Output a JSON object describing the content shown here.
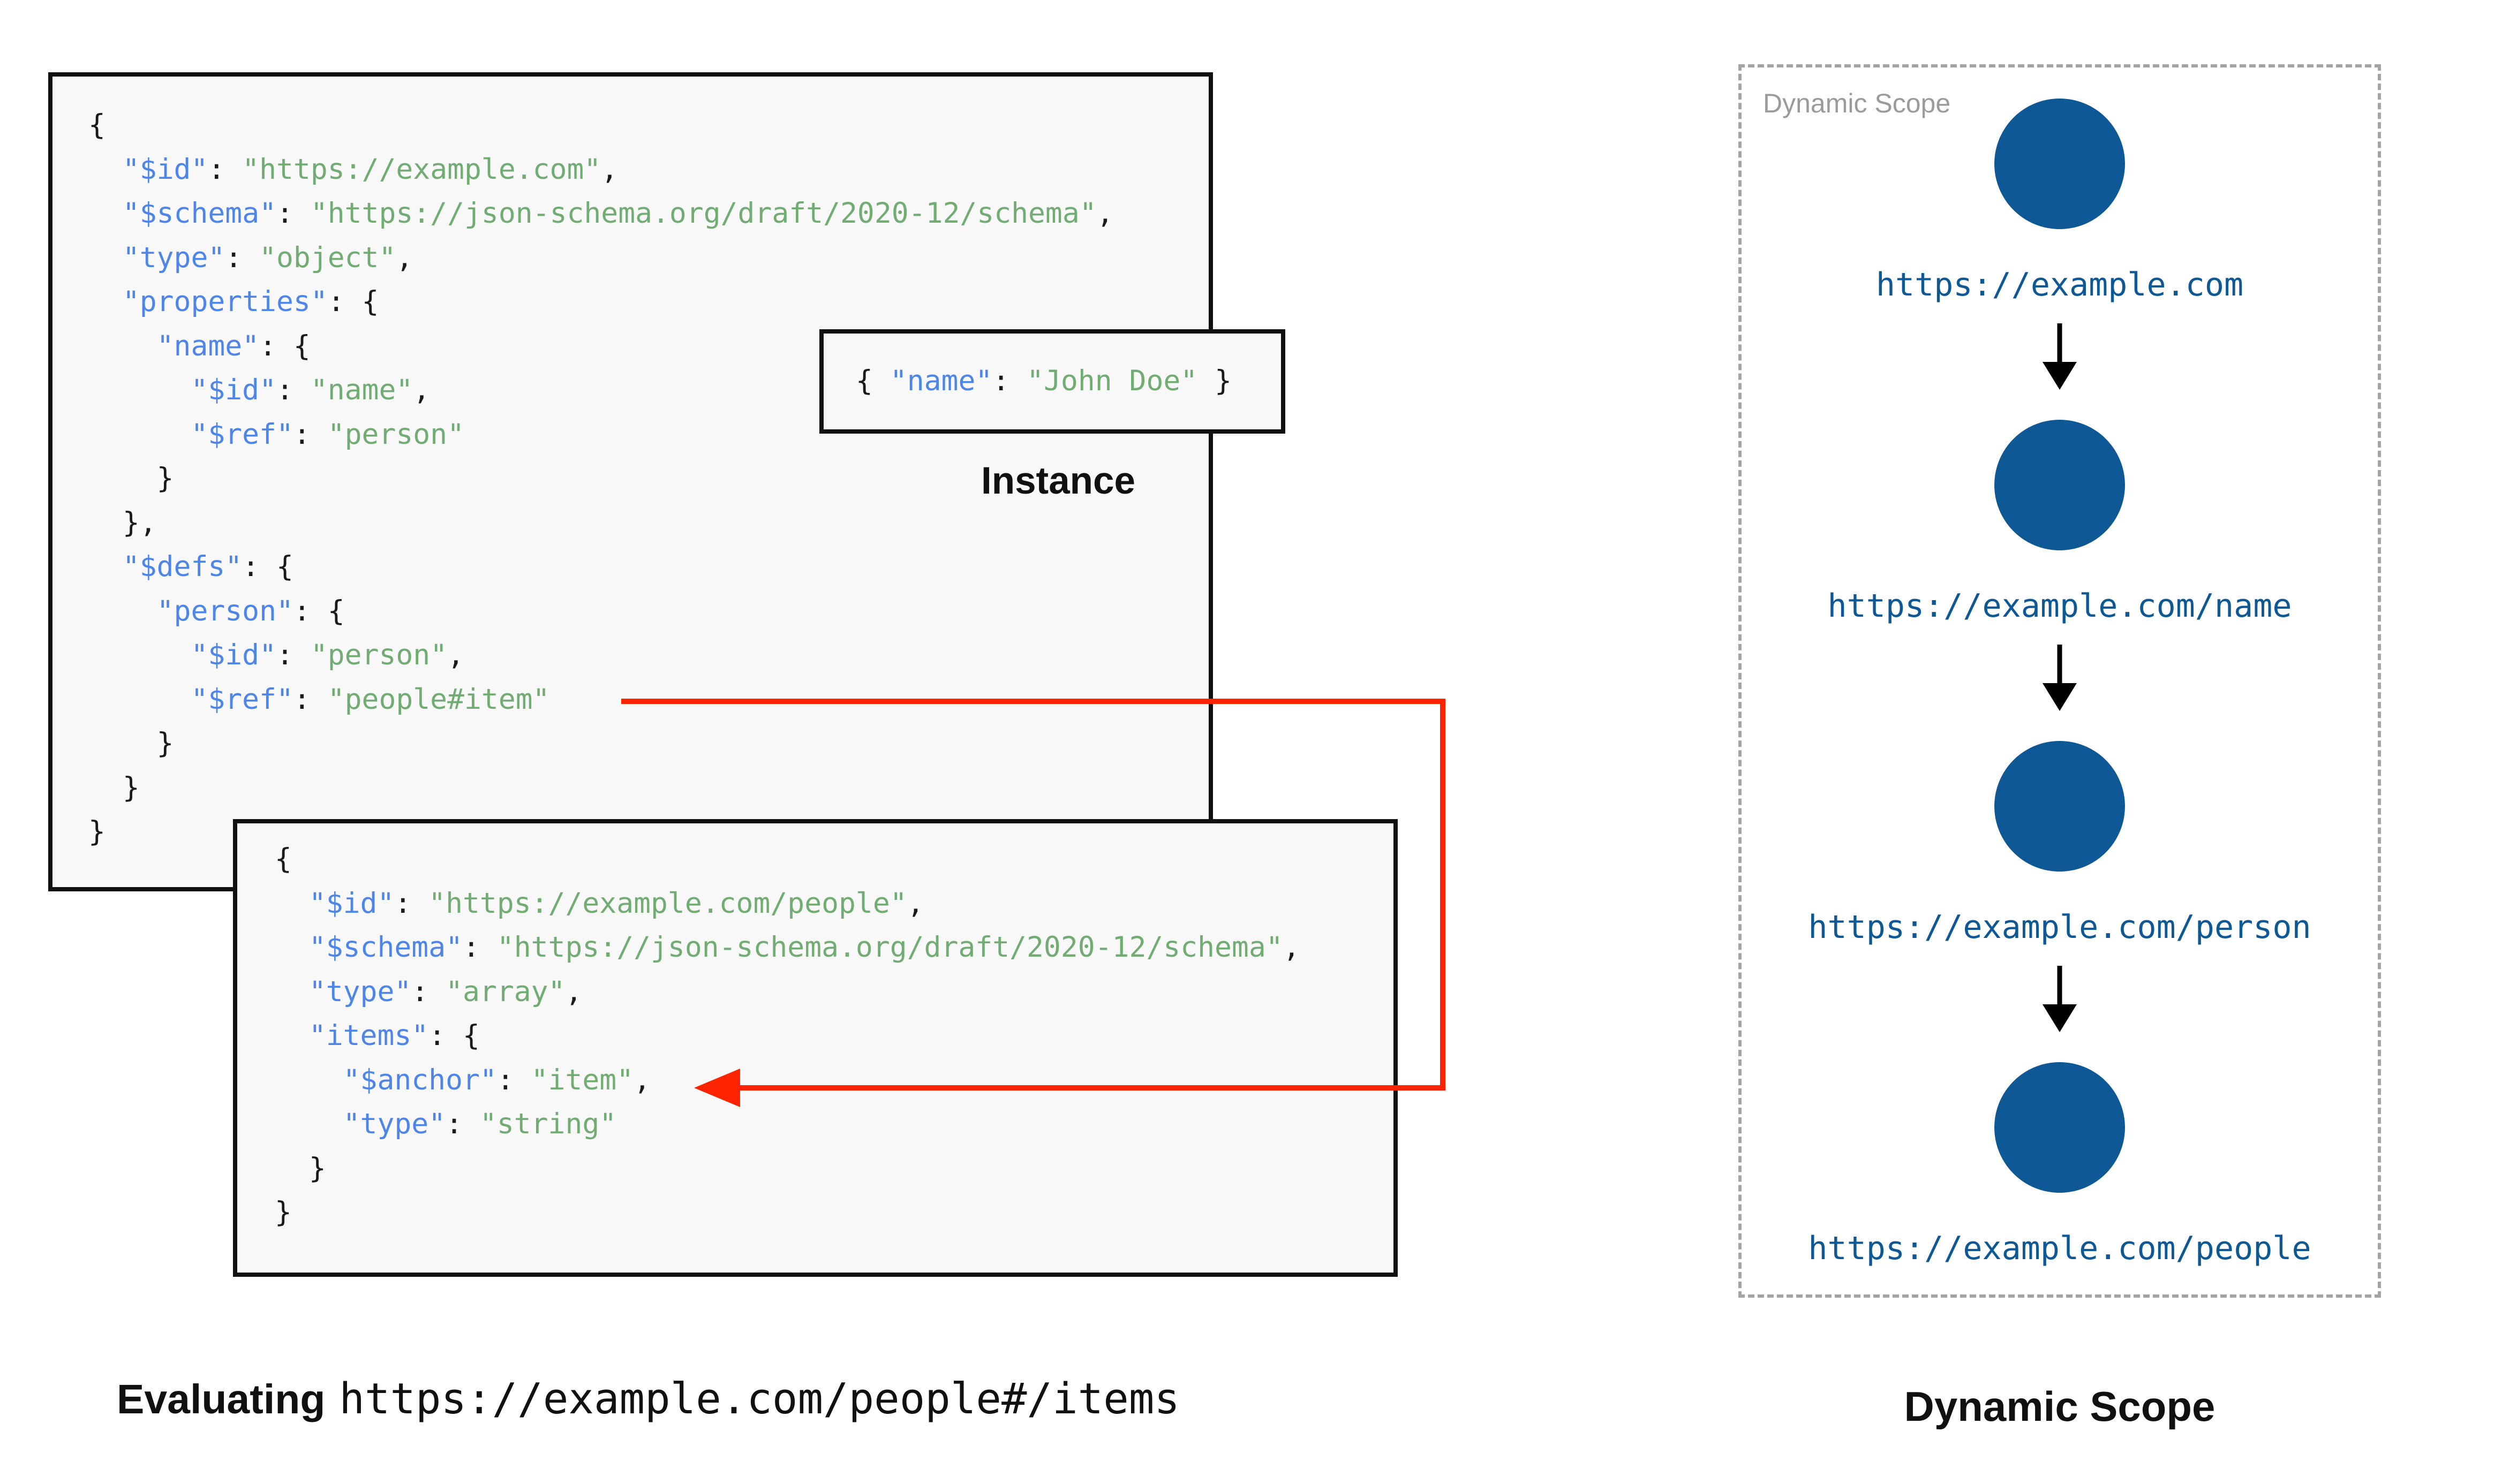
{
  "diagram": {
    "caption_left_bold": "Evaluating",
    "caption_left_uri": "https://example.com/people#/items",
    "caption_right": "Dynamic Scope",
    "instance_label": "Instance",
    "scope_panel_label": "Dynamic Scope"
  },
  "code_blocks": {
    "schema_root": {
      "lines": [
        [
          [
            "p",
            "{"
          ]
        ],
        [
          [
            "p",
            "  "
          ],
          [
            "k",
            "\"$id\""
          ],
          [
            "p",
            ": "
          ],
          [
            "s",
            "\"https://example.com\""
          ],
          [
            "p",
            ","
          ]
        ],
        [
          [
            "p",
            "  "
          ],
          [
            "k",
            "\"$schema\""
          ],
          [
            "p",
            ": "
          ],
          [
            "s",
            "\"https://json-schema.org/draft/2020-12/schema\""
          ],
          [
            "p",
            ","
          ]
        ],
        [
          [
            "p",
            "  "
          ],
          [
            "k",
            "\"type\""
          ],
          [
            "p",
            ": "
          ],
          [
            "s",
            "\"object\""
          ],
          [
            "p",
            ","
          ]
        ],
        [
          [
            "p",
            "  "
          ],
          [
            "k",
            "\"properties\""
          ],
          [
            "p",
            ": {"
          ]
        ],
        [
          [
            "p",
            "    "
          ],
          [
            "k",
            "\"name\""
          ],
          [
            "p",
            ": {"
          ]
        ],
        [
          [
            "p",
            "      "
          ],
          [
            "k",
            "\"$id\""
          ],
          [
            "p",
            ": "
          ],
          [
            "s",
            "\"name\""
          ],
          [
            "p",
            ","
          ]
        ],
        [
          [
            "p",
            "      "
          ],
          [
            "k",
            "\"$ref\""
          ],
          [
            "p",
            ": "
          ],
          [
            "s",
            "\"person\""
          ]
        ],
        [
          [
            "p",
            "    }"
          ]
        ],
        [
          [
            "p",
            "  },"
          ]
        ],
        [
          [
            "p",
            "  "
          ],
          [
            "k",
            "\"$defs\""
          ],
          [
            "p",
            ": {"
          ]
        ],
        [
          [
            "p",
            "    "
          ],
          [
            "k",
            "\"person\""
          ],
          [
            "p",
            ": {"
          ]
        ],
        [
          [
            "p",
            "      "
          ],
          [
            "k",
            "\"$id\""
          ],
          [
            "p",
            ": "
          ],
          [
            "s",
            "\"person\""
          ],
          [
            "p",
            ","
          ]
        ],
        [
          [
            "p",
            "      "
          ],
          [
            "k",
            "\"$ref\""
          ],
          [
            "p",
            ": "
          ],
          [
            "s",
            "\"people#item\""
          ]
        ],
        [
          [
            "p",
            "    }"
          ]
        ],
        [
          [
            "p",
            "  }"
          ]
        ],
        [
          [
            "p",
            "}"
          ]
        ]
      ]
    },
    "schema_people": {
      "lines": [
        [
          [
            "p",
            "{"
          ]
        ],
        [
          [
            "p",
            "  "
          ],
          [
            "k",
            "\"$id\""
          ],
          [
            "p",
            ": "
          ],
          [
            "s",
            "\"https://example.com/people\""
          ],
          [
            "p",
            ","
          ]
        ],
        [
          [
            "p",
            "  "
          ],
          [
            "k",
            "\"$schema\""
          ],
          [
            "p",
            ": "
          ],
          [
            "s",
            "\"https://json-schema.org/draft/2020-12/schema\""
          ],
          [
            "p",
            ","
          ]
        ],
        [
          [
            "p",
            "  "
          ],
          [
            "k",
            "\"type\""
          ],
          [
            "p",
            ": "
          ],
          [
            "s",
            "\"array\""
          ],
          [
            "p",
            ","
          ]
        ],
        [
          [
            "p",
            "  "
          ],
          [
            "k",
            "\"items\""
          ],
          [
            "p",
            ": {"
          ]
        ],
        [
          [
            "p",
            "    "
          ],
          [
            "k",
            "\"$anchor\""
          ],
          [
            "p",
            ": "
          ],
          [
            "s",
            "\"item\""
          ],
          [
            "p",
            ","
          ]
        ],
        [
          [
            "p",
            "    "
          ],
          [
            "k",
            "\"type\""
          ],
          [
            "p",
            ": "
          ],
          [
            "s",
            "\"string\""
          ]
        ],
        [
          [
            "p",
            "  }"
          ]
        ],
        [
          [
            "p",
            "}"
          ]
        ]
      ]
    },
    "instance": {
      "lines": [
        [
          [
            "p",
            "{ "
          ],
          [
            "k",
            "\"name\""
          ],
          [
            "p",
            ": "
          ],
          [
            "s",
            "\"John Doe\""
          ],
          [
            "p",
            " }"
          ]
        ]
      ]
    }
  },
  "dynamic_scope": {
    "nodes": [
      {
        "url": "https://example.com"
      },
      {
        "url": "https://example.com/name"
      },
      {
        "url": "https://example.com/person"
      },
      {
        "url": "https://example.com/people"
      }
    ]
  },
  "colors": {
    "key_blue": "#4e85e8",
    "string_green": "#71ad73",
    "punct_black": "#1a1a1a",
    "node_blue": "#0f5896",
    "arrow_red": "#ff2400",
    "box_bg": "#f8f8f8",
    "box_border": "#111111",
    "dashed_gray": "#a4a4a4",
    "label_gray": "#9b9b9b"
  }
}
